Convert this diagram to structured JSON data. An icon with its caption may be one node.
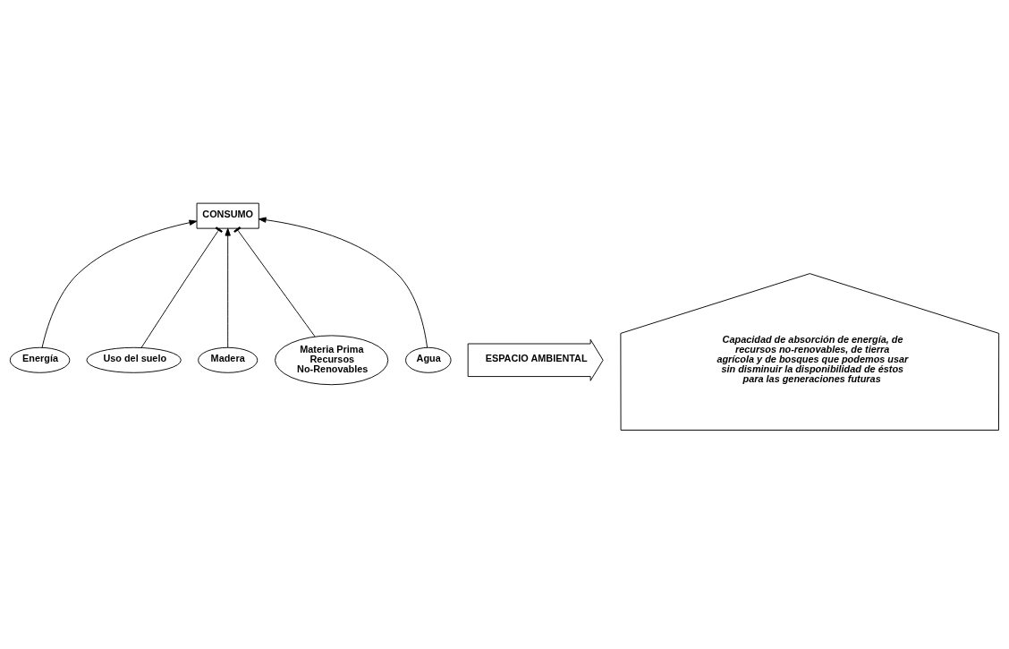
{
  "diagram": {
    "nodes": [
      {
        "text": [
          "CONSUMO"
        ]
      },
      {
        "text": [
          "ESPACIO AMBIENTAL"
        ]
      },
      {
        "text": [
          "Energía"
        ]
      },
      {
        "text": [
          "Uso del suelo"
        ]
      },
      {
        "text": [
          "Madera"
        ]
      },
      {
        "text": [
          "Materia Prima Recursos No-Renovables"
        ]
      },
      {
        "text": [
          "Agua"
        ]
      },
      {
        "text": [
          "Capacidad de absorción de energía, de recursos no-renovables, de tierra agrícola y de bosques que podemos usar sin disminuir la disponibilidad de éstos para las generaciones futuras"
        ]
      }
    ],
    "edges": [
      {
        "from": 2,
        "to": 0,
        "arrow": "to"
      },
      {
        "from": 5,
        "to": 0,
        "arrow": "other"
      },
      {
        "from": 3,
        "to": 0,
        "arrow": "other"
      },
      {
        "from": 6,
        "to": 0,
        "arrow": "to"
      },
      {
        "from": 4,
        "to": 0,
        "arrow": "to"
      }
    ]
  }
}
